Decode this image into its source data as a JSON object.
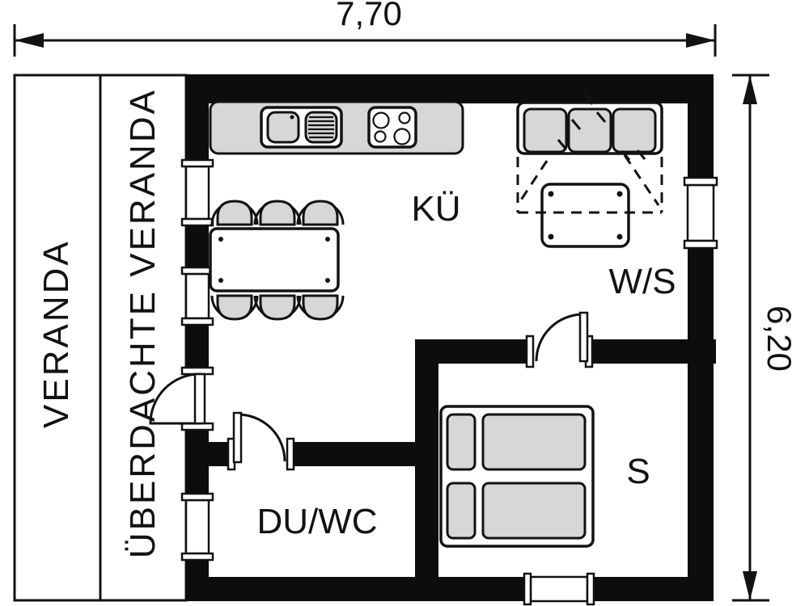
{
  "colors": {
    "wall": "#0d0d0d",
    "line": "#121212",
    "furn": "#d7d7d7",
    "bg": "#ffffff"
  },
  "dimensions": {
    "width_m": "7,70",
    "height_m": "6,20"
  },
  "rooms": {
    "veranda": "VERANDA",
    "covered_veranda": "ÜBERDACHTE VERANDA",
    "kitchen": "KÜ",
    "living_sleeping": "W/S",
    "shower_wc": "DU/WC",
    "bedroom": "S"
  },
  "furniture": {
    "counter": "kitchen-counter",
    "sink": "sink-with-drainboard",
    "stove": "stove-4-burners",
    "dining_table": "dining-table-6-chairs",
    "sofa": "sofa-bed-3-seats",
    "sofa_extension": "fold-out-bed-outline",
    "coffee_table": "coffee-table",
    "bed": "double-bed-2-mattresses"
  }
}
